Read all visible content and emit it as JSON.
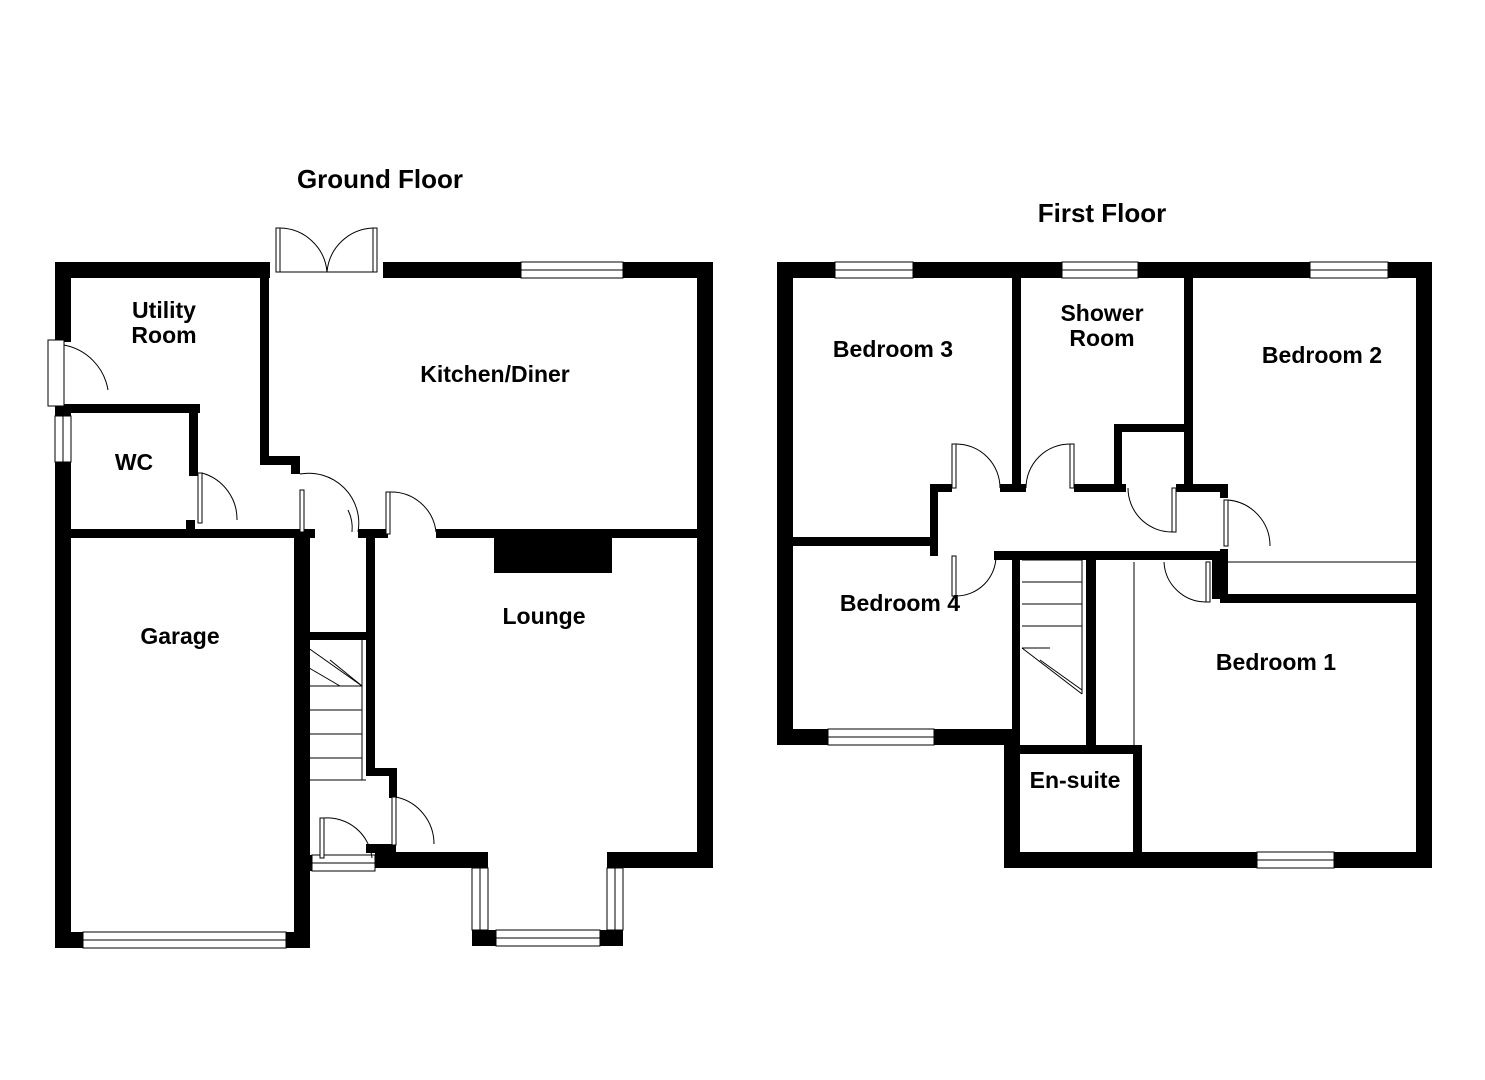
{
  "floors": {
    "ground": {
      "title": "Ground Floor",
      "rooms": {
        "utility_line1": "Utility",
        "utility_line2": "Room",
        "kitchen": "Kitchen/Diner",
        "wc": "WC",
        "garage": "Garage",
        "lounge": "Lounge"
      }
    },
    "first": {
      "title": "First Floor",
      "rooms": {
        "bedroom3": "Bedroom 3",
        "shower_line1": "Shower",
        "shower_line2": "Room",
        "bedroom2": "Bedroom 2",
        "bedroom4": "Bedroom 4",
        "bedroom1": "Bedroom 1",
        "ensuite": "En-suite"
      }
    }
  },
  "colors": {
    "wall": "#000000",
    "background": "#ffffff"
  }
}
